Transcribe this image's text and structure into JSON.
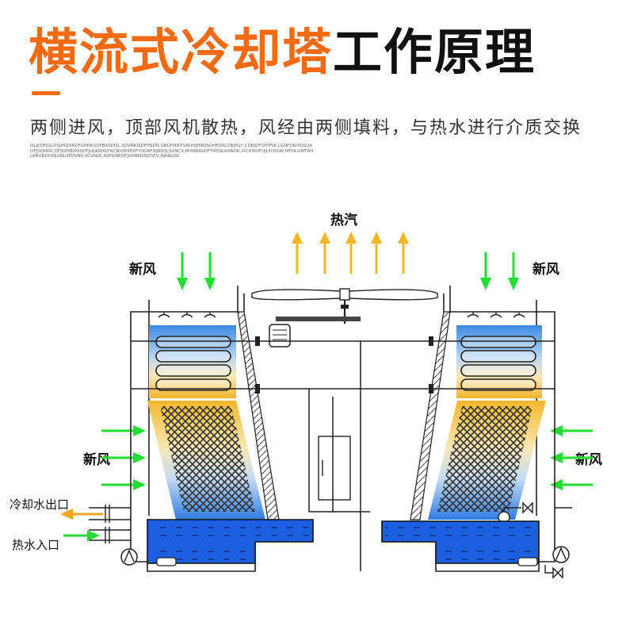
{
  "title": {
    "highlight": "横流式冷却塔",
    "rest": "工作原理"
  },
  "subtitle": "两侧进风，顶部风机散热，风经由两侧填料，与热水进行介质交换",
  "fine_print": "OLJKDFJGLDSJHGDIKDFGHNKSDFBKSDFJL,SDVNKISDFHSDN,GBDFNIKFSADHJFNKJSDHFOSLDBJMLF,CDBJDFOIFPSE,LGNFDKIVOSUAOFJSDNGK,DFSGHBVKISDFJLKASDGFNCIKVBHDIIFYUOAFHJNDSLSVNCX,MVNBASDFYHDSLKVNDK,IVCHSDIFUJLFDSGN,MFDLGMTRHLKRURDISDJGNLSFDVNK,IICVNLK,ASFGNKDFJGHBNVNDSFV,INKALSD",
  "diagram": {
    "labels": {
      "steam": "热汽",
      "fresh_air_top_left": "新风",
      "fresh_air_top_right": "新风",
      "fresh_air_side_left": "新风",
      "fresh_air_side_right": "新风",
      "cold_water_outlet": "冷却水出口",
      "hot_water_inlet": "热水入口"
    },
    "colors": {
      "accent": "#f36a12",
      "fresh_air_arrow": "#22dd33",
      "steam_arrow": "#f7b522",
      "water": "#1c5fe0",
      "coil_blue": "#4a8fe8",
      "coil_orange": "#f5b82e",
      "outlet_arrow": "#f5a623",
      "inlet_arrow": "#22dd33"
    }
  }
}
